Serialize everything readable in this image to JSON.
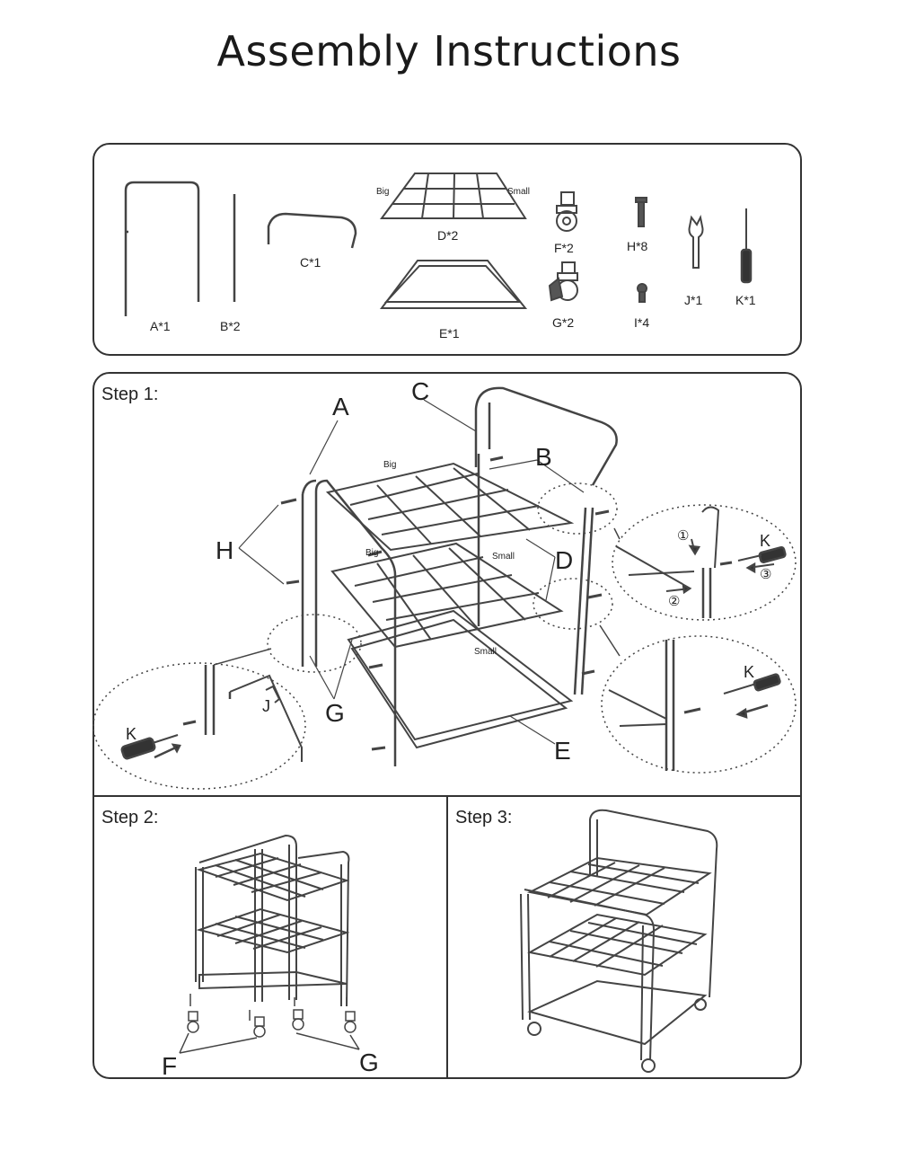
{
  "title": "Assembly Instructions",
  "parts": {
    "A": "A*1",
    "B": "B*2",
    "C": "C*1",
    "D": "D*2",
    "E": "E*1",
    "F": "F*2",
    "G": "G*2",
    "H": "H*8",
    "I": "I*4",
    "J": "J*1",
    "K": "K*1",
    "big": "Big",
    "small": "Small"
  },
  "step1": {
    "heading": "Step 1:",
    "A": "A",
    "B": "B",
    "C": "C",
    "D": "D",
    "E": "E",
    "G": "G",
    "H": "H",
    "J": "J",
    "K": "K",
    "big": "Big",
    "small": "Small",
    "n1": "①",
    "n2": "②",
    "n3": "③"
  },
  "step2": {
    "heading": "Step 2:",
    "F": "F",
    "G": "G"
  },
  "step3": {
    "heading": "Step 3:"
  }
}
